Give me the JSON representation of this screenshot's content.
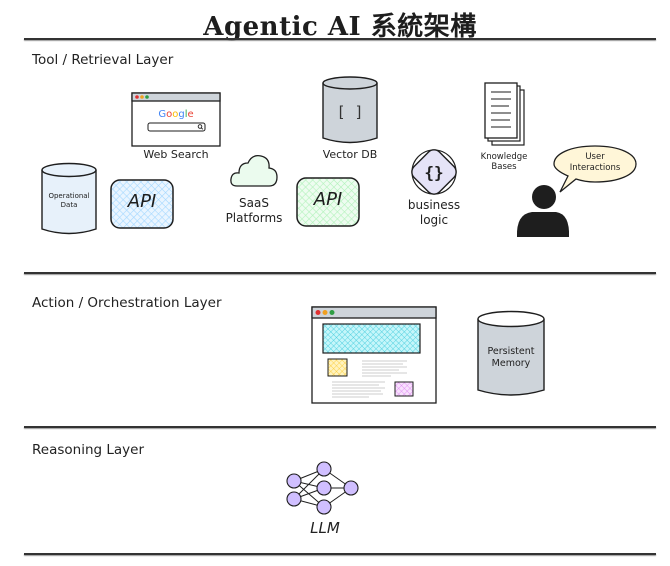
{
  "title": "Agentic AI 系統架構",
  "layers": {
    "tool": {
      "label": "Tool / Retrieval Layer",
      "items": {
        "web_search": {
          "label": "Web Search",
          "logo": "Google"
        },
        "vector_db": {
          "label": "Vector DB",
          "glyph": "[ ]"
        },
        "knowledge_bases": {
          "label_line1": "Knowledge",
          "label_line2": "Bases"
        },
        "operational_data": {
          "label_line1": "Operational",
          "label_line2": "Data"
        },
        "api_left": {
          "label": "API"
        },
        "saas": {
          "label_line1": "SaaS",
          "label_line2": "Platforms"
        },
        "api_right": {
          "label": "API"
        },
        "business_logic": {
          "label_line1": "business",
          "label_line2": "logic",
          "glyph": "{}"
        },
        "user": {
          "bubble_line1": "User",
          "bubble_line2": "Interactions"
        }
      }
    },
    "action": {
      "label": "Action / Orchestration Layer",
      "items": {
        "persistent_memory": {
          "label_line1": "Persistent",
          "label_line2": "Memory"
        }
      }
    },
    "reasoning": {
      "label": "Reasoning Layer",
      "items": {
        "llm": {
          "label": "LLM"
        }
      }
    }
  },
  "colors": {
    "cylinder_blue": "#e7f1fa",
    "cylinder_gray": "#ced4da",
    "api_blue": "#a5d8ff",
    "api_green": "#b2f2bb",
    "cloud_green": "#ebfbee",
    "diamond": "#e5e3f7",
    "bubble": "#fff6d8",
    "neuron": "#d0bfff",
    "hatch_cyan": "#66d9e8",
    "hatch_yellow": "#ffec99",
    "hatch_purple": "#eebefa",
    "dot_red": "#e03131",
    "dot_yellow": "#f0a020",
    "dot_green": "#2f9e44"
  }
}
